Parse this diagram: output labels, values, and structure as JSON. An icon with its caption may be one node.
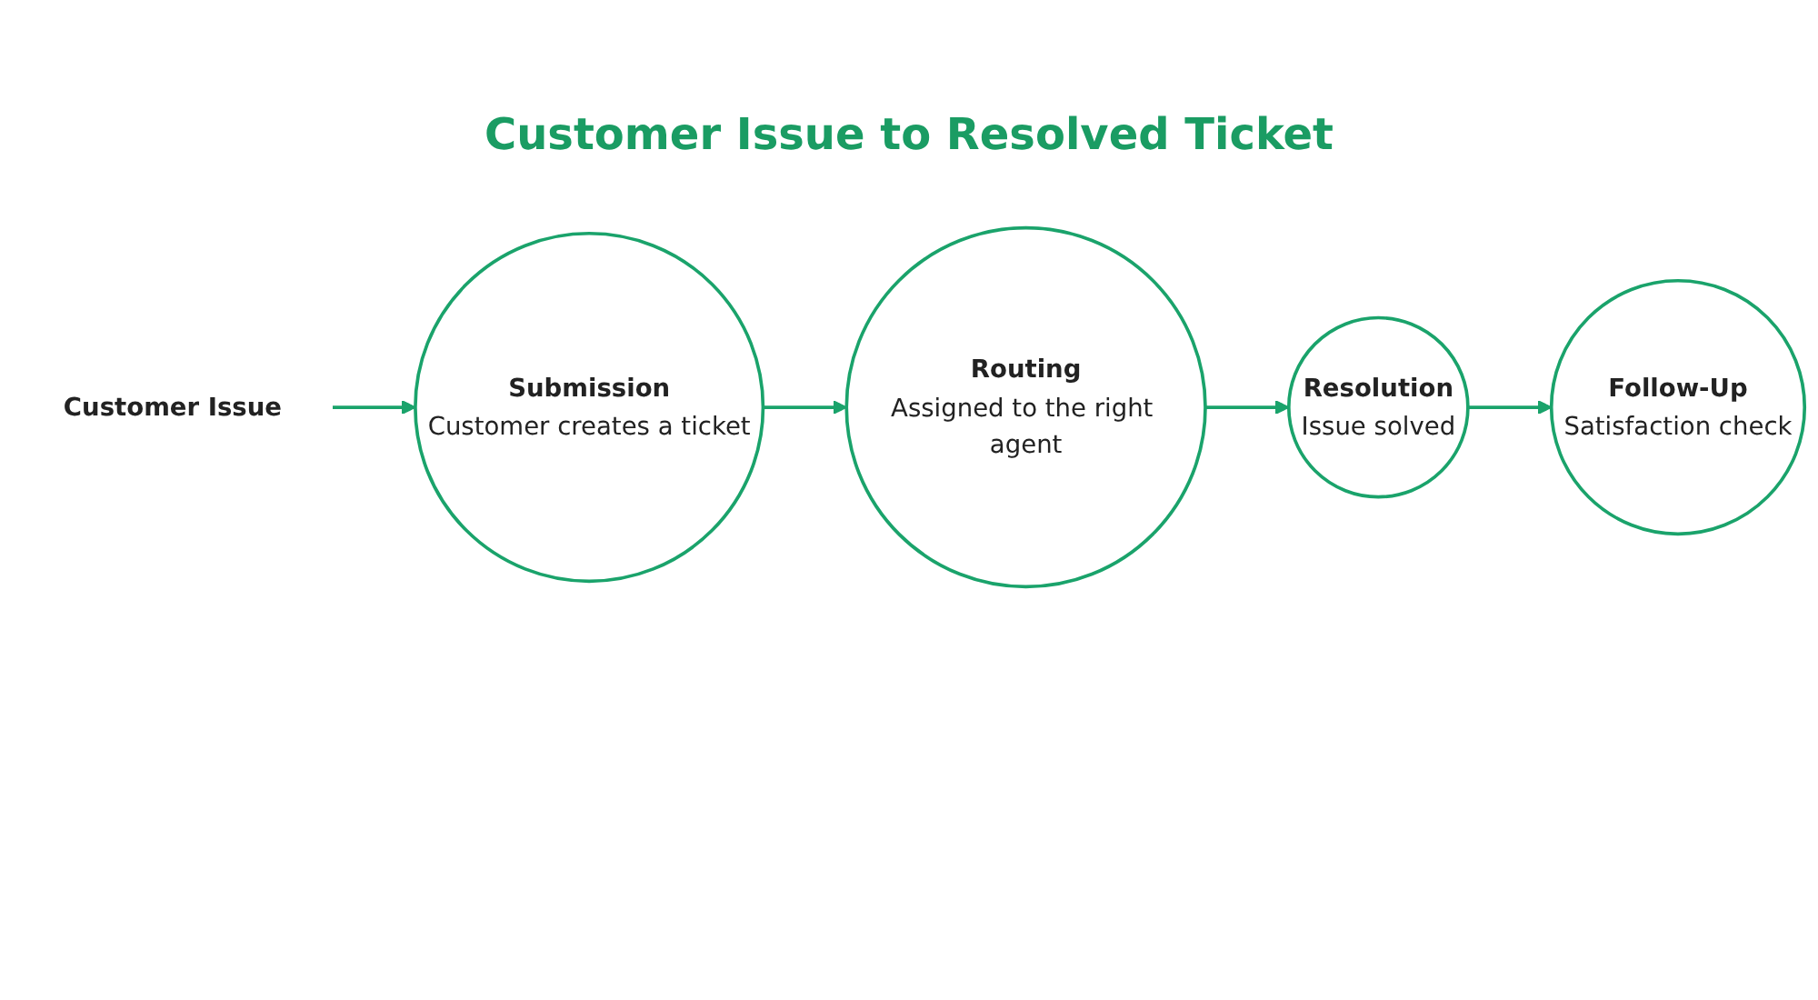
{
  "diagram": {
    "title": "Customer Issue to Resolved Ticket",
    "nodes": [
      {
        "text": [
          "Customer Issue"
        ]
      },
      {
        "text": [
          "Submission",
          "Customer creates a ticket"
        ]
      },
      {
        "text": [
          "Routing",
          "Assigned to the right agent"
        ]
      },
      {
        "text": [
          "Resolution",
          "Issue solved"
        ]
      },
      {
        "text": [
          "Follow-Up",
          "Satisfaction check"
        ]
      }
    ],
    "edges": [
      {
        "from": 0,
        "to": 1,
        "arrow": "to"
      },
      {
        "from": 1,
        "to": 2,
        "arrow": "to"
      },
      {
        "from": 2,
        "to": 3,
        "arrow": "to"
      },
      {
        "from": 3,
        "to": 4,
        "arrow": "to"
      }
    ]
  }
}
